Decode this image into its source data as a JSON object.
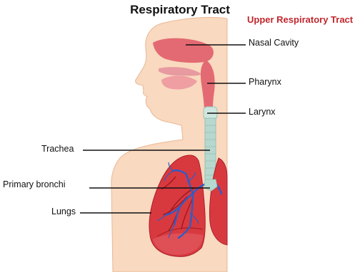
{
  "diagram": {
    "title": "Respiratory Tract",
    "subtitle": "Upper Respiratory Tract",
    "subtitle_color": "#c0272d",
    "labels": {
      "nasal_cavity": "Nasal Cavity",
      "pharynx": "Pharynx",
      "larynx": "Larynx",
      "trachea": "Trachea",
      "primary_bronchi": "Primary bronchi",
      "lungs": "Lungs"
    },
    "colors": {
      "skin": "#f9d9bf",
      "skin_edge": "#e9b896",
      "airway": "#e36a72",
      "lung": "#d8393f",
      "lung_dark": "#a81f27",
      "trachea": "#b7d8cf",
      "bronchi": "#2f5cc4",
      "leader_line": "#111111"
    }
  }
}
